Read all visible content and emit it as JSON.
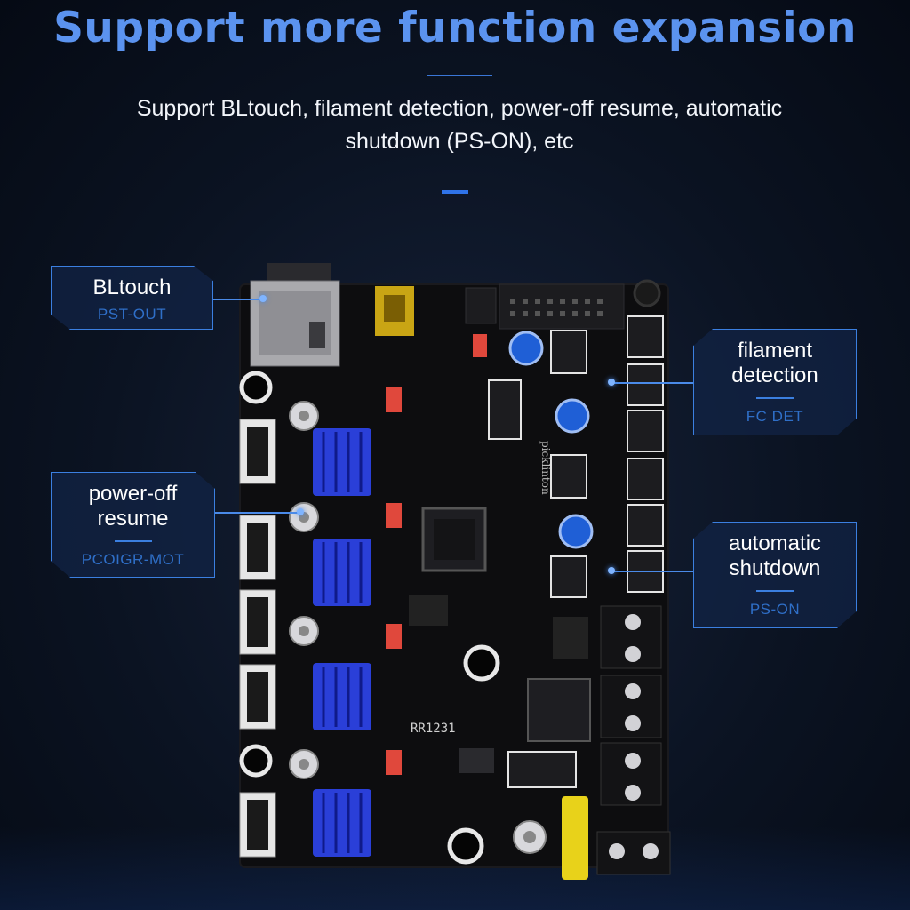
{
  "header": {
    "title": "Support more function expansion",
    "subtitle_line1": "Support BLtouch, filament detection, power-off resume, automatic",
    "subtitle_line2": "shutdown (PS-ON), etc"
  },
  "callouts": {
    "bltouch": {
      "label": "BLtouch",
      "port": "PST-OUT"
    },
    "power_off": {
      "label_line1": "power-off",
      "label_line2": "resume",
      "port": "PCOIGR-MOT"
    },
    "filament": {
      "label_line1": "filament",
      "label_line2": "detection",
      "port": "FC DET"
    },
    "shutdown": {
      "label_line1": "automatic",
      "label_line2": "shutdown",
      "port": "PS-ON"
    }
  },
  "board": {
    "silkscreen_text": "RR1231",
    "vertical_text": "picklinton"
  },
  "colors": {
    "accent": "#3b7fe0",
    "title": "#5b93ef",
    "board": "#0d0d0f",
    "heatsink": "#2a3fd8",
    "trimpot": "#1f5fd6",
    "led_red": "#e0483c"
  }
}
